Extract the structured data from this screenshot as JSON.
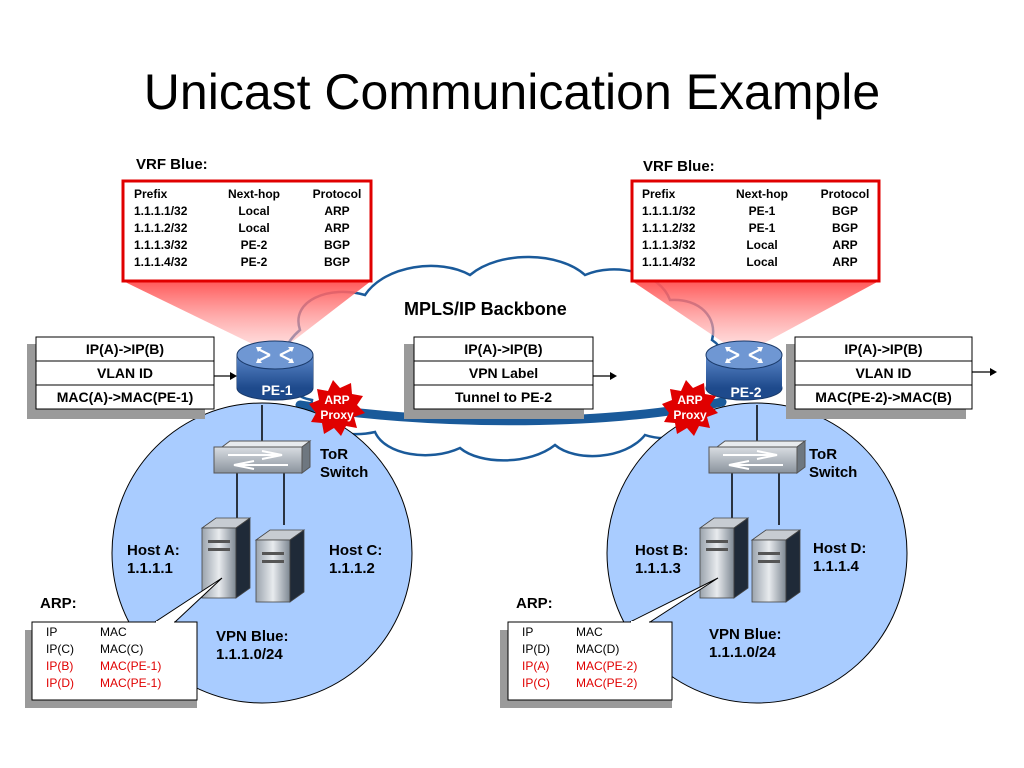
{
  "title": "Unicast Communication Example",
  "backbone_label": "MPLS/IP Backbone",
  "left": {
    "vrf_label": "VRF Blue:",
    "vrf_headers": [
      "Prefix",
      "Next-hop",
      "Protocol"
    ],
    "vrf_rows": [
      [
        "1.1.1.1/32",
        "Local",
        "ARP"
      ],
      [
        "1.1.1.2/32",
        "Local",
        "ARP"
      ],
      [
        "1.1.1.3/32",
        "PE-2",
        "BGP"
      ],
      [
        "1.1.1.4/32",
        "PE-2",
        "BGP"
      ]
    ],
    "router": "PE-1",
    "badge": [
      "ARP",
      "Proxy"
    ],
    "packet": [
      "IP(A)->IP(B)",
      "VLAN ID",
      "MAC(A)->MAC(PE-1)"
    ],
    "switch": [
      "ToR",
      "Switch"
    ],
    "host_a": [
      "Host A:",
      "1.1.1.1"
    ],
    "host_b": [
      "Host C:",
      "1.1.1.2"
    ],
    "vpn": [
      "VPN Blue:",
      "1.1.1.0/24"
    ],
    "arp_label": "ARP:",
    "arp_headers": [
      "IP",
      "MAC"
    ],
    "arp_rows": [
      [
        "IP(C)",
        "MAC(C)"
      ],
      [
        "IP(B)",
        "MAC(PE-1)"
      ],
      [
        "IP(D)",
        "MAC(PE-1)"
      ]
    ]
  },
  "middle_packet": [
    "IP(A)->IP(B)",
    "VPN Label",
    "Tunnel to PE-2"
  ],
  "right": {
    "vrf_label": "VRF Blue:",
    "vrf_headers": [
      "Prefix",
      "Next-hop",
      "Protocol"
    ],
    "vrf_rows": [
      [
        "1.1.1.1/32",
        "PE-1",
        "BGP"
      ],
      [
        "1.1.1.2/32",
        "PE-1",
        "BGP"
      ],
      [
        "1.1.1.3/32",
        "Local",
        "ARP"
      ],
      [
        "1.1.1.4/32",
        "Local",
        "ARP"
      ]
    ],
    "router": "PE-2",
    "badge": [
      "ARP",
      "Proxy"
    ],
    "packet": [
      "IP(A)->IP(B)",
      "VLAN ID",
      "MAC(PE-2)->MAC(B)"
    ],
    "switch": [
      "ToR",
      "Switch"
    ],
    "host_a": [
      "Host B:",
      "1.1.1.3"
    ],
    "host_b": [
      "Host D:",
      "1.1.1.4"
    ],
    "vpn": [
      "VPN Blue:",
      "1.1.1.0/24"
    ],
    "arp_label": "ARP:",
    "arp_headers": [
      "IP",
      "MAC"
    ],
    "arp_rows": [
      [
        "IP(D)",
        "MAC(D)"
      ],
      [
        "IP(A)",
        "MAC(PE-2)"
      ],
      [
        "IP(C)",
        "MAC(PE-2)"
      ]
    ]
  },
  "colors": {
    "site_fill": "#a9ccff",
    "vrf_border": "#e00000",
    "badge_fill": "#e00000",
    "router_fill": "#2f5fa6",
    "backbone_stroke": "#1a5a9a"
  }
}
